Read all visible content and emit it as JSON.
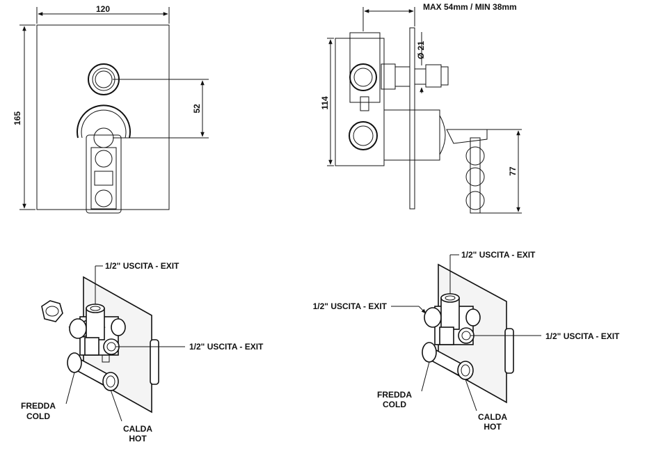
{
  "front_view": {
    "dim_width": "120",
    "dim_height": "165",
    "dim_spacing": "52"
  },
  "side_view": {
    "dim_depth": "MAX 54mm / MIN 38mm",
    "dim_diameter": "Ø 21",
    "dim_height": "114",
    "dim_lever": "77"
  },
  "iso_left": {
    "exit_top": "1/2\" USCITA - EXIT",
    "exit_right": "1/2\" USCITA - EXIT",
    "cold_it": "FREDDA",
    "cold_en": "COLD",
    "hot_it": "CALDA",
    "hot_en": "HOT"
  },
  "iso_right": {
    "exit_top": "1/2\" USCITA - EXIT",
    "exit_left": "1/2\" USCITA - EXIT",
    "exit_right": "1/2\" USCITA - EXIT",
    "cold_it": "FREDDA",
    "cold_en": "COLD",
    "hot_it": "CALDA",
    "hot_en": "HOT"
  }
}
